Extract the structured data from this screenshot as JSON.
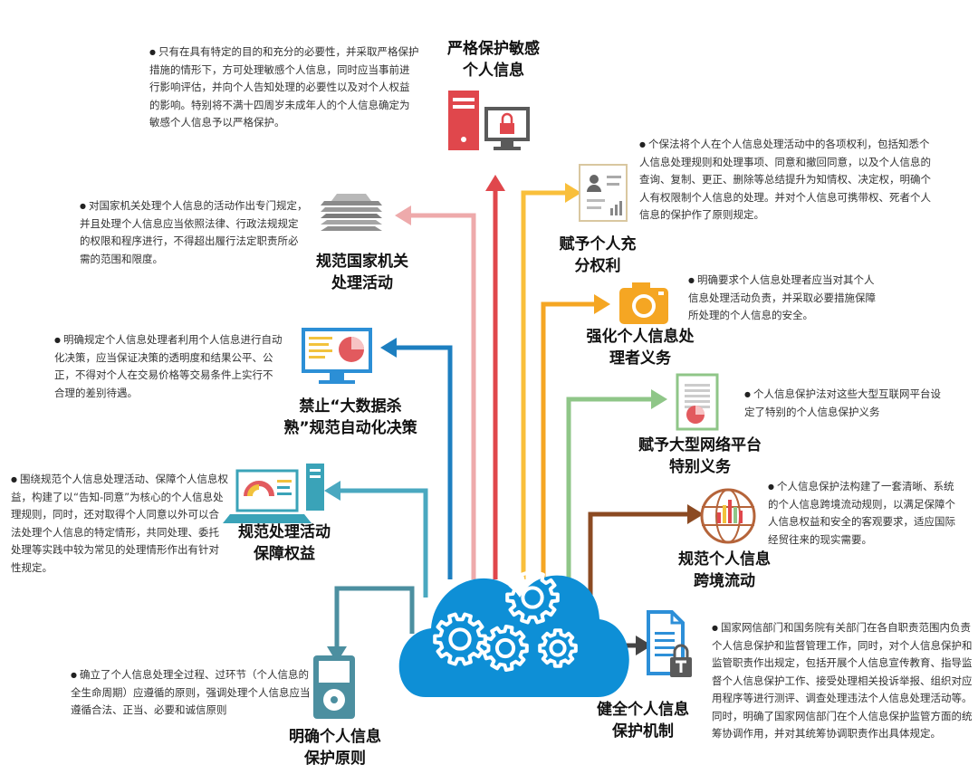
{
  "colors": {
    "red": "#e0474c",
    "pink": "#eeaaab",
    "orange": "#f9bf3b",
    "amber": "#f5a623",
    "green": "#8fc688",
    "blue": "#1d7fc0",
    "teal": "#4aa8c0",
    "slate": "#4c8fa0",
    "brown": "#8b4a22",
    "dark": "#444444",
    "cloud": "#0e8fd6"
  },
  "nodes": [
    {
      "id": "sensitive",
      "title_lines": [
        "严格保护敏感",
        "个人信息"
      ],
      "desc": "只有在具有特定的目的和充分的必要性，并采取严格保护措施的情形下，方可处理敏感个人信息，同时应当事前进行影响评估，并向个人告知处理的必要性以及对个人权益的影响。特别将不满十四周岁未成年人的个人信息确定为敏感个人信息予以严格保护。",
      "icon": "server-lock-icon",
      "color": "red"
    },
    {
      "id": "state",
      "title_lines": [
        "规范国家机关",
        "处理活动"
      ],
      "desc": "对国家机关处理个人信息的活动作出专门规定，并且处理个人信息应当依照法律、行政法规规定的权限和程序进行，不得超出履行法定职责所必需的范围和限度。",
      "icon": "document-stack-icon",
      "color": "pink"
    },
    {
      "id": "rights",
      "title_lines": [
        "赋予个人充",
        "分权利"
      ],
      "desc": "个保法将个人在个人信息处理活动中的各项权利，包括知悉个人信息处理规则和处理事项、同意和撤回同意，以及个人信息的查询、复制、更正、删除等总结提升为知情权、决定权，明确个人有权限制个人信息的处理。并对个人信息可携带权、死者个人信息的保护作了原则规定。",
      "icon": "profile-card-icon",
      "color": "orange"
    },
    {
      "id": "handler",
      "title_lines": [
        "强化个人信息处",
        "理者义务"
      ],
      "desc": "明确要求个人信息处理者应当对其个人信息处理活动负责，并采取必要措施保障所处理的个人信息的安全。",
      "icon": "camera-icon",
      "color": "amber"
    },
    {
      "id": "bigdata",
      "title_lines": [
        "禁止“大数据杀",
        "熟”规范自动化决策"
      ],
      "desc": "明确规定个人信息处理者利用个人信息进行自动化决策，应当保证决策的透明度和结果公平、公正，不得对个人在交易价格等交易条件上实行不合理的差别待遇。",
      "icon": "monitor-chart-icon",
      "color": "blue"
    },
    {
      "id": "platform",
      "title_lines": [
        "赋予大型网络平台",
        "特别义务"
      ],
      "desc": "个人信息保护法对这些大型互联网平台设定了特别的个人信息保护义务",
      "icon": "report-chart-icon",
      "color": "green"
    },
    {
      "id": "activity",
      "title_lines": [
        "规范处理活动",
        "保障权益"
      ],
      "desc": "围绕规范个人信息处理活动、保障个人信息权益，构建了以“告知-同意”为核心的个人信息处理规则，同时，还对取得个人同意以外可以合法处理个人信息的特定情形，共同处理、委托处理等实践中较为常见的处理情形作出有针对性规定。",
      "icon": "computer-dashboard-icon",
      "color": "teal"
    },
    {
      "id": "crossborder",
      "title_lines": [
        "规范个人信息",
        "跨境流动"
      ],
      "desc": "个人信息保护法构建了一套清晰、系统的个人信息跨境流动规则，以满足保障个人信息权益和安全的客观要求，适应国际经贸往来的现实需要。",
      "icon": "globe-chart-icon",
      "color": "brown"
    },
    {
      "id": "principle",
      "title_lines": [
        "明确个人信息",
        "保护原则"
      ],
      "desc": "确立了个人信息处理全过程、过环节（个人信息的全生命周期）应遵循的原则，强调处理个人信息应当遵循合法、正当、必要和诚信原则",
      "icon": "media-player-icon",
      "color": "slate"
    },
    {
      "id": "mechanism",
      "title_lines": [
        "健全个人信息",
        "保护机制"
      ],
      "desc": "国家网信部门和国务院有关部门在各自职责范围内负责个人信息保护和监督管理工作，同时，对个人信息保护和监管职责作出规定，包括开展个人信息宣传教育、指导监督个人信息保护工作、接受处理相关投诉举报、组织对应用程序等进行测评、调查处理违法个人信息处理活动等。同时，明确了国家网信部门在个人信息保护监管方面的统筹协调作用，并对其统筹协调职责作出具体规定。",
      "icon": "file-lock-icon",
      "color": "dark"
    }
  ]
}
